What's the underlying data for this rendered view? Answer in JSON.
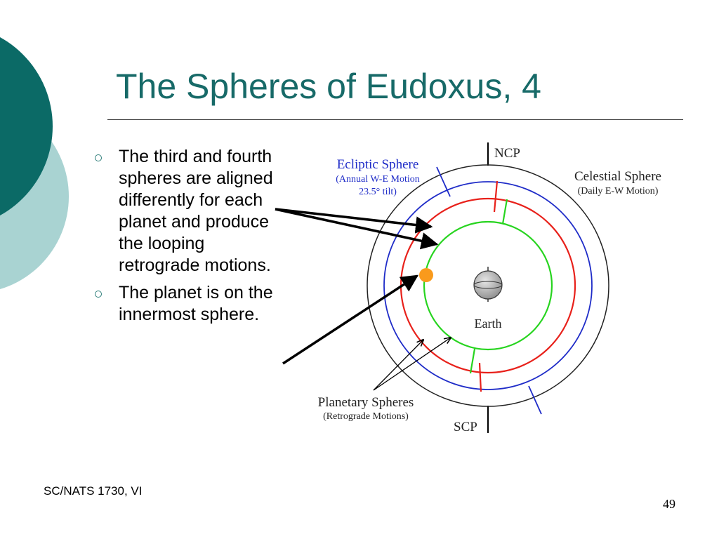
{
  "slide": {
    "title": "The Spheres of Eudoxus, 4",
    "footer": "SC/NATS 1730, VI",
    "page_number": "49"
  },
  "bullets": [
    {
      "text": "The third and fourth spheres are aligned differently for each planet and produce the looping retrograde motions."
    },
    {
      "text": "The planet is on the innermost sphere."
    }
  ],
  "diagram": {
    "ncp": "NCP",
    "scp": "SCP",
    "earth": "Earth",
    "ecliptic_sphere": {
      "name": "Ecliptic Sphere",
      "line1": "(Annual W-E Motion",
      "line2": "23.5° tilt)"
    },
    "celestial_sphere": {
      "name": "Celestial Sphere",
      "motion": "(Daily E-W Motion)"
    },
    "planetary_spheres": {
      "name": "Planetary Spheres",
      "motion": "(Retrograde Motions)"
    },
    "colors": {
      "accent_dark": "#0b6a66",
      "accent_light": "#a9d3d2",
      "title": "#176a68",
      "ecliptic": "#1f2cc8",
      "planetary_outer": "#e8211b",
      "planetary_inner": "#27d41f",
      "planet": "#f99a1c"
    }
  }
}
